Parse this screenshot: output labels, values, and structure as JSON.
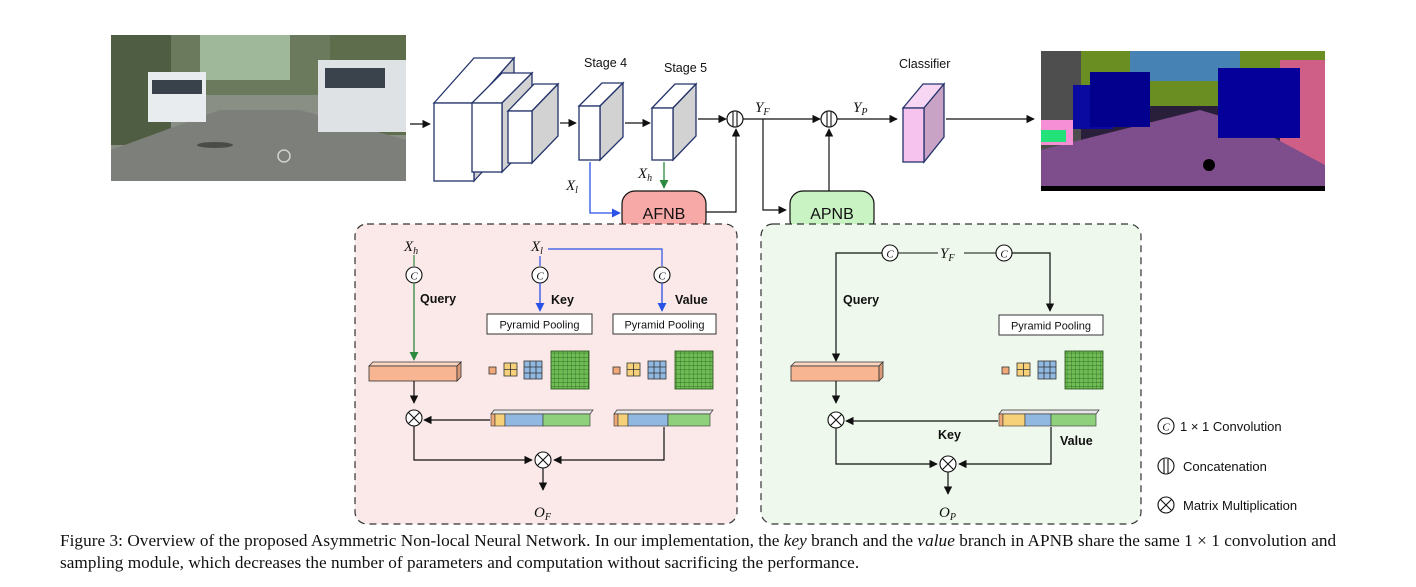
{
  "top": {
    "stage4": "Stage 4",
    "stage5": "Stage 5",
    "classifier": "Classifier",
    "yf": "Y",
    "yf_sub": "F",
    "yp": "Y",
    "yp_sub": "P",
    "xl": "X",
    "xl_sub": "l",
    "xh": "X",
    "xh_sub": "h",
    "afnb": "AFNB",
    "apnb": "APNB"
  },
  "afnb_panel": {
    "xh": "X",
    "xh_sub": "h",
    "xl": "X",
    "xl_sub": "l",
    "conv": "C",
    "query": "Query",
    "key": "Key",
    "value": "Value",
    "pp1": "Pyramid Pooling",
    "pp2": "Pyramid Pooling",
    "out": "O",
    "out_sub": "F"
  },
  "apnb_panel": {
    "yf": "Y",
    "yf_sub": "F",
    "conv": "C",
    "query": "Query",
    "pp": "Pyramid Pooling",
    "key": "Key",
    "value": "Value",
    "out": "O",
    "out_sub": "P"
  },
  "legend": {
    "conv_symbol": "C",
    "conv_text": "1 × 1 Convolution",
    "concat_text": "Concatenation",
    "matmul_text": "Matrix Multiplication"
  },
  "caption": {
    "p1": "Figure 3: Overview of the proposed Asymmetric Non-local Neural Network. In our implementation, the ",
    "key": "key",
    "p2": " branch and the ",
    "value": "value",
    "p3": " branch in APNB share the same 1 × 1 convolution and sampling module, which decreases the number of parameters and computation without sacrificing the performance."
  },
  "colors": {
    "afnb_fill": "#f7a9a8",
    "apnb_fill": "#c9f3c2",
    "afnb_panel_bg": "#fbe9e9",
    "apnb_panel_bg": "#eef8ec",
    "blue_arrow": "#2a52e6",
    "green_arrow": "#2b8a3e",
    "classifier_fill": "#f5c3ee"
  }
}
